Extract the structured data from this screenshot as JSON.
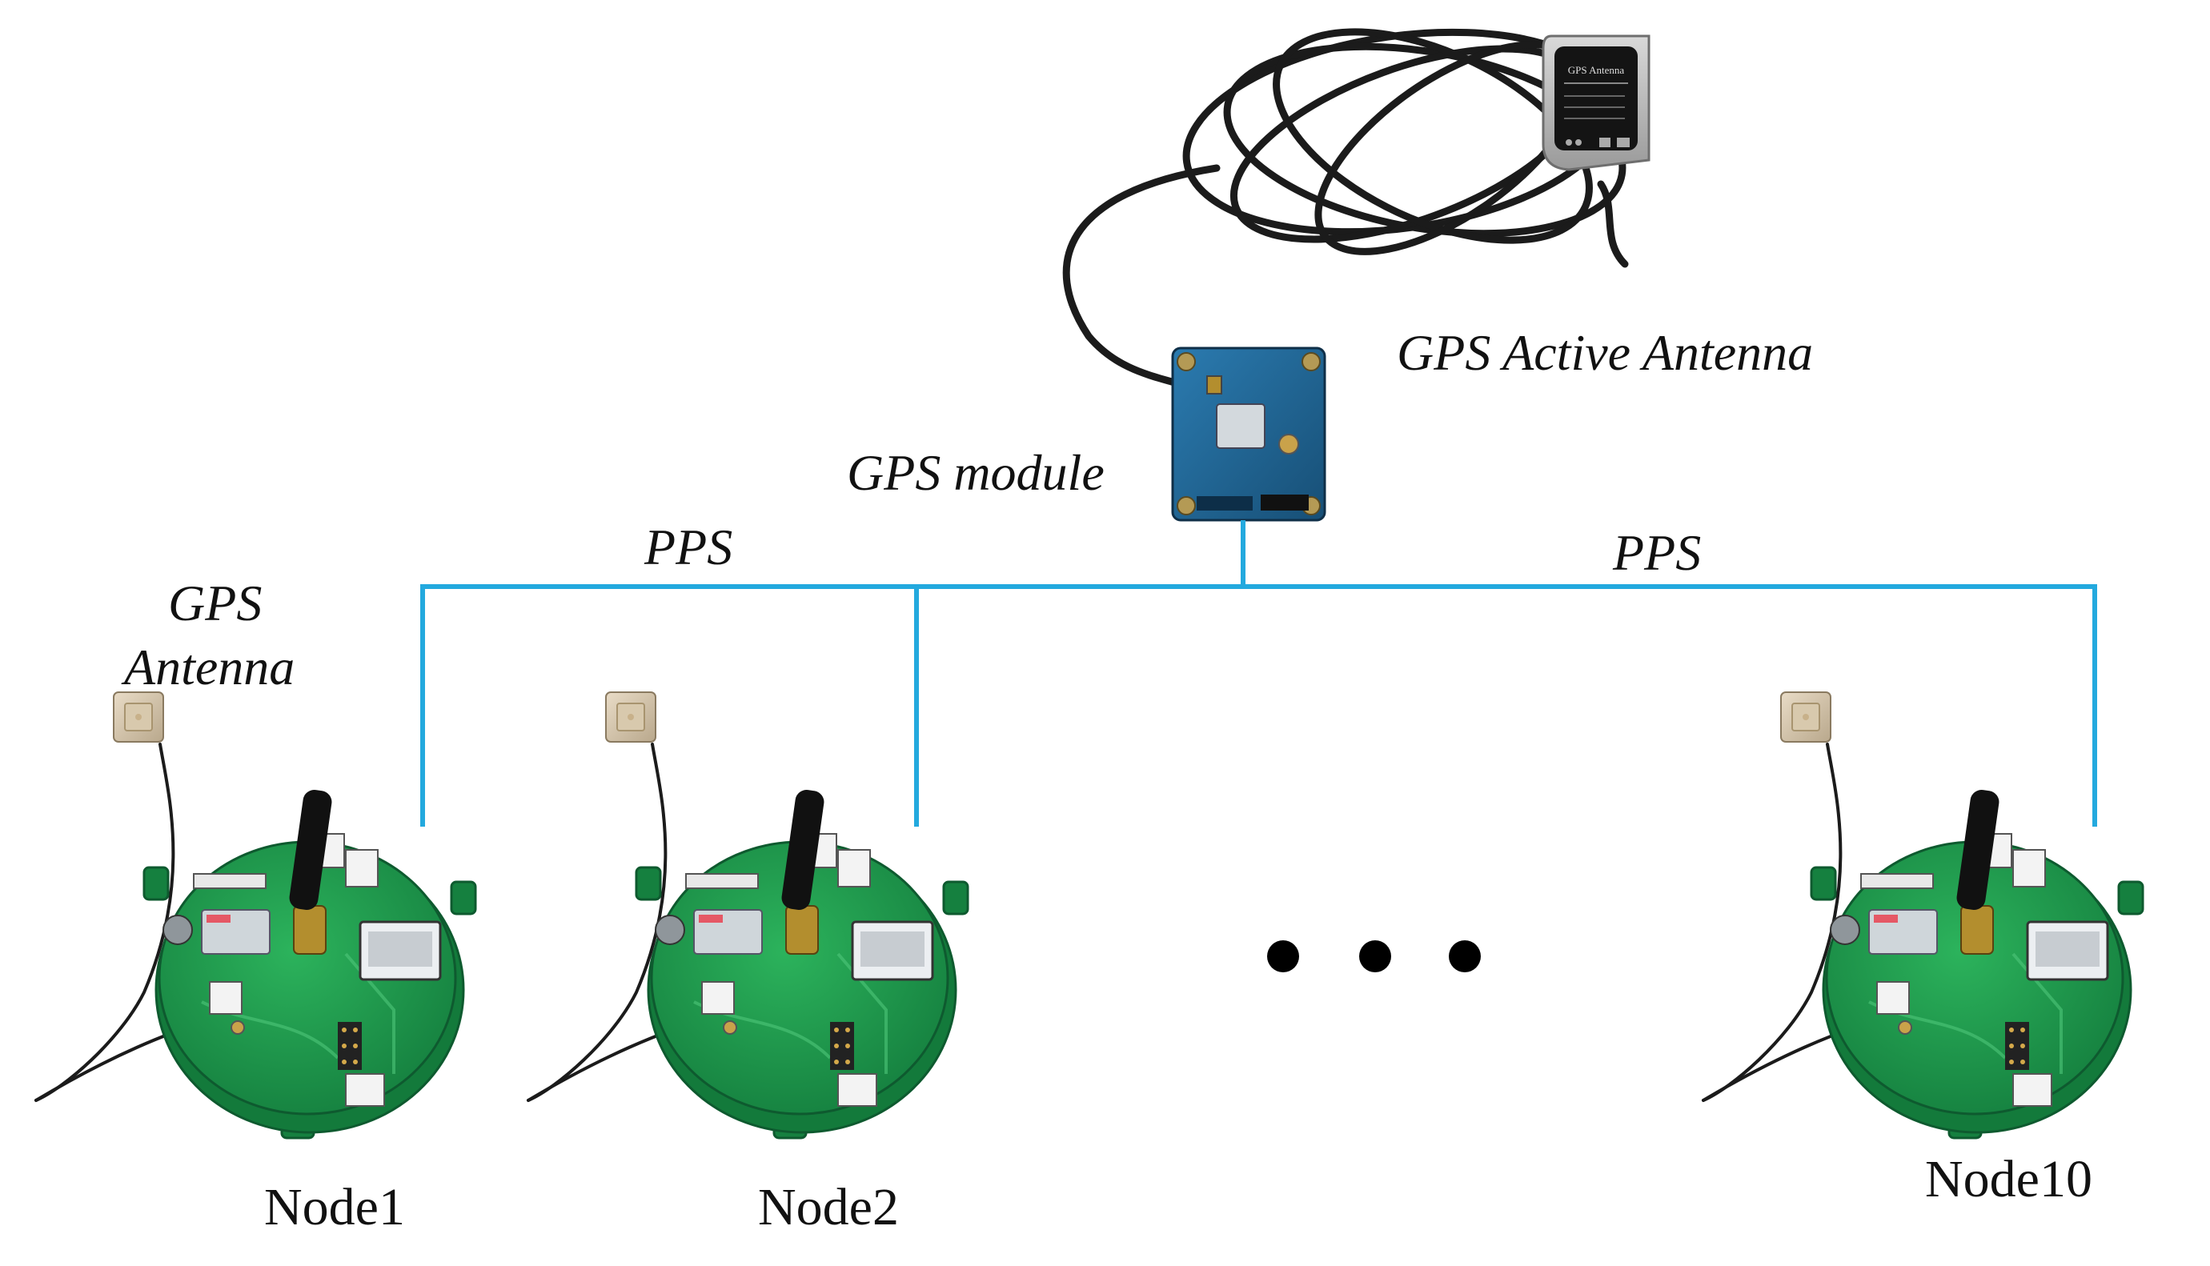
{
  "labels": {
    "gps_active_antenna": "GPS Active Antenna",
    "gps_module": "GPS module",
    "pps_left": "PPS",
    "pps_right": "PPS",
    "gps_antenna_line1": "GPS",
    "gps_antenna_line2": "Antenna",
    "ellipsis": "• • •"
  },
  "device_text": {
    "antenna_brand": "GPS Antenna"
  },
  "nodes": [
    {
      "label": "Node1"
    },
    {
      "label": "Node2"
    },
    {
      "label": "Node10"
    }
  ],
  "colors": {
    "pps_wire": "#23a9de",
    "board": "#1f9a4e",
    "module_board": "#1f5f8c"
  }
}
